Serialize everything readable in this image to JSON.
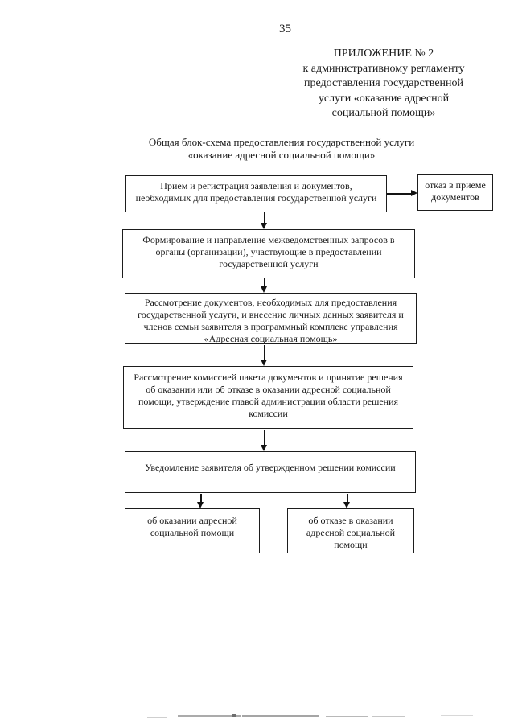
{
  "page": {
    "number": "35"
  },
  "appendix": {
    "lines": [
      "ПРИЛОЖЕНИЕ № 2",
      "к административному регламенту",
      "предоставления государственной",
      "услуги «оказание адресной",
      "социальной помощи»"
    ]
  },
  "title": {
    "lines": [
      "Общая блок-схема предоставления государственной услуги",
      "«оказание адресной социальной помощи»"
    ]
  },
  "flowchart": {
    "box_reception": "Прием и регистрация заявления и документов, необходимых для предоставления государственной услуги",
    "box_refusal": "отказ в приеме документов",
    "box_interagency": "Формирование и направление межведомственных запросов в органы (организации), участвующие в предоставлении государственной услуги",
    "box_review": "Рассмотрение документов, необходимых для предоставления государственной услуги, и внесение личных данных заявителя и членов семьи заявителя в программный комплекс управления «Адресная социальная помощь»",
    "box_commission": "Рассмотрение комиссией пакета документов и принятие решения об оказании или об отказе в оказании адресной социальной помощи, утверждение главой администрации области решения комиссии",
    "box_notification": "Уведомление заявителя об утвержденном решении комиссии",
    "box_granted": "об оказании адресной социальной помощи",
    "box_denied": "об отказе в оказании адресной социальной помощи"
  },
  "colors": {
    "ink": "#1a1a1a",
    "paper": "#ffffff"
  }
}
